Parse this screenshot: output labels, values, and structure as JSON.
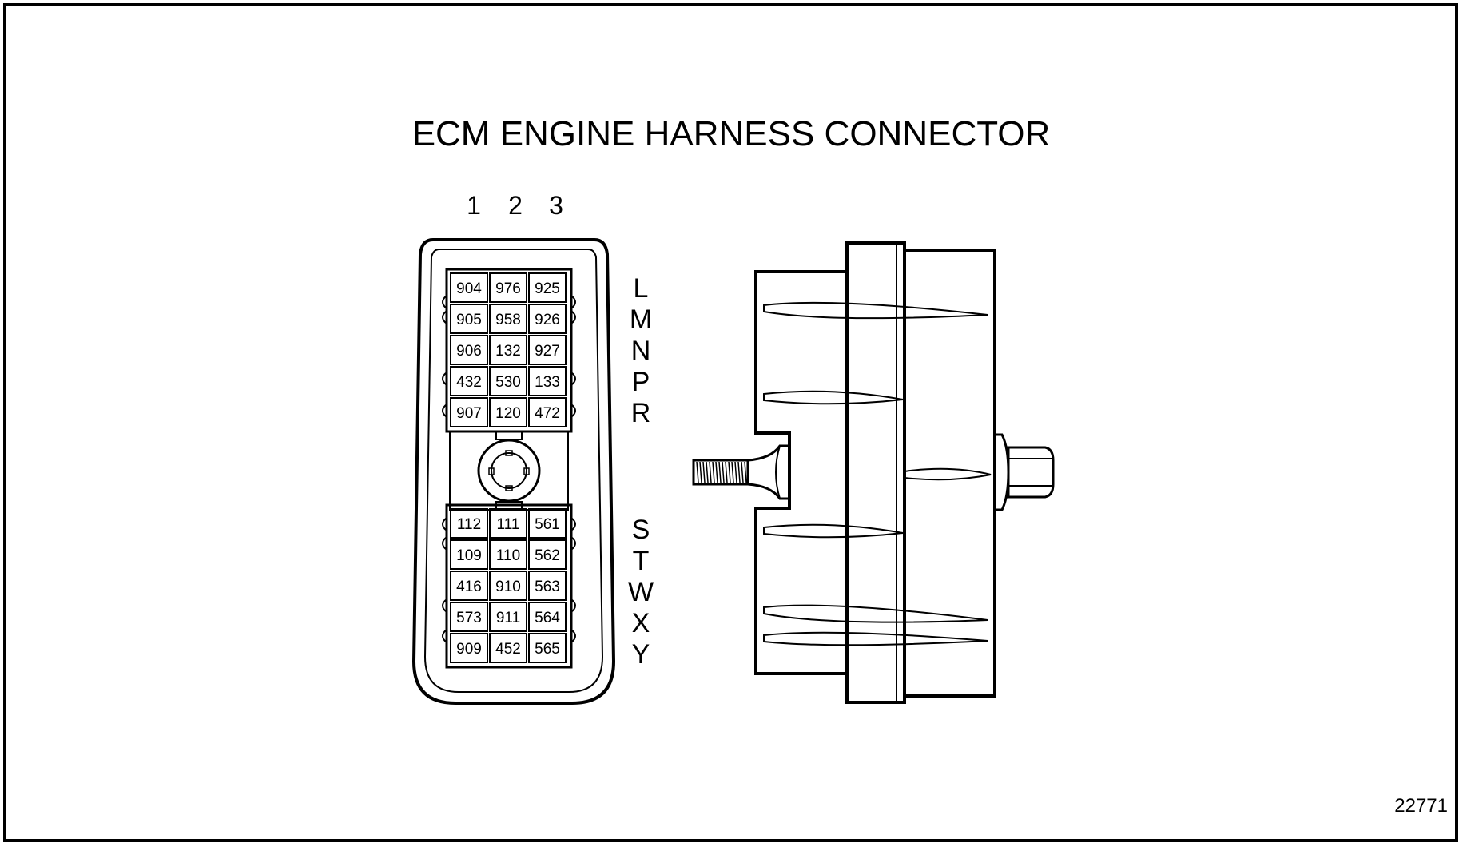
{
  "title": "ECM ENGINE HARNESS CONNECTOR",
  "figure_number": "22771",
  "column_labels": [
    "1",
    "2",
    "3"
  ],
  "upper_block": {
    "row_labels": [
      "L",
      "M",
      "N",
      "P",
      "R"
    ],
    "pins": [
      [
        "904",
        "976",
        "925"
      ],
      [
        "905",
        "958",
        "926"
      ],
      [
        "906",
        "132",
        "927"
      ],
      [
        "432",
        "530",
        "133"
      ],
      [
        "907",
        "120",
        "472"
      ]
    ]
  },
  "lower_block": {
    "row_labels": [
      "S",
      "T",
      "W",
      "X",
      "Y"
    ],
    "pins": [
      [
        "112",
        "111",
        "561"
      ],
      [
        "109",
        "110",
        "562"
      ],
      [
        "416",
        "910",
        "563"
      ],
      [
        "573",
        "911",
        "564"
      ],
      [
        "909",
        "452",
        "565"
      ]
    ]
  }
}
